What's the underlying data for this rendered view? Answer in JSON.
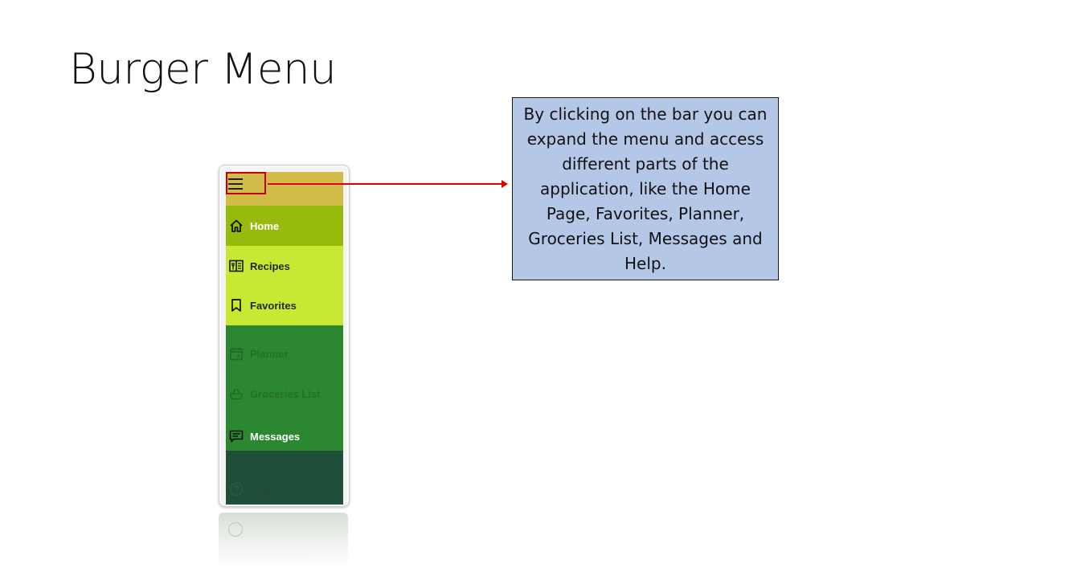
{
  "slide": {
    "title": "Burger Menu"
  },
  "menu": {
    "items": [
      {
        "label": "Home",
        "icon": "home-icon"
      },
      {
        "label": "Recipes",
        "icon": "recipes-icon"
      },
      {
        "label": "Favorites",
        "icon": "bookmark-icon"
      },
      {
        "label": "Planner",
        "icon": "calendar-icon"
      },
      {
        "label": "Groceries List",
        "icon": "basket-icon"
      },
      {
        "label": "Messages",
        "icon": "message-icon"
      },
      {
        "label": "Help",
        "icon": "help-icon"
      }
    ]
  },
  "callout": {
    "text": "By clicking on the bar you can expand the menu and access different parts of the application, like the Home Page, Favorites, Planner, Groceries List, Messages and Help."
  },
  "colors": {
    "menu_bar": "#d1bb49",
    "home_section": "#97bb0c",
    "lime_section": "#c8e933",
    "green_section": "#2c8731",
    "dark_section": "#1f4f38",
    "callout_bg": "#b4c7e7",
    "annotation_red": "#e00000"
  }
}
